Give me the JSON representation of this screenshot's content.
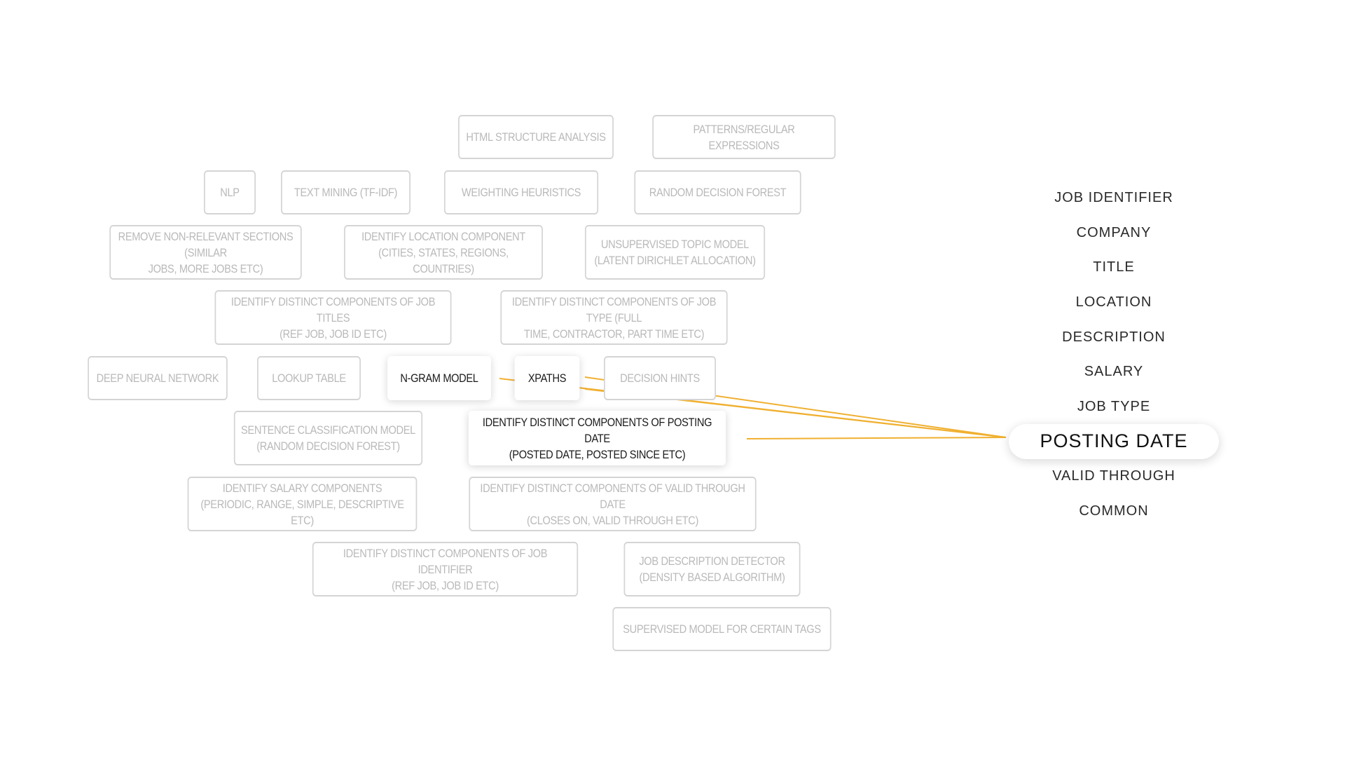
{
  "diagram": {
    "accent_color": "#f0b030",
    "inactive_border_color": "#d4d4d4",
    "inactive_text_color": "#b9b9b9",
    "active_text_color": "#1a1a1a",
    "techniques": [
      {
        "id": "html-structure-analysis",
        "label": "HTML STRUCTURE ANALYSIS",
        "active": false
      },
      {
        "id": "patterns-regular-expressions",
        "label": "PATTERNS/REGULAR EXPRESSIONS",
        "active": false
      },
      {
        "id": "nlp",
        "label": "NLP",
        "active": false
      },
      {
        "id": "text-mining",
        "label": "TEXT MINING (TF-IDF)",
        "active": false
      },
      {
        "id": "weighting-heuristics",
        "label": "WEIGHTING HEURISTICS",
        "active": false
      },
      {
        "id": "random-decision-forest",
        "label": "RANDOM DECISION FOREST",
        "active": false
      },
      {
        "id": "remove-non-relevant-sections",
        "label": "REMOVE NON-RELEVANT SECTIONS (SIMILAR\nJOBS, MORE JOBS ETC)",
        "active": false
      },
      {
        "id": "identify-location-component",
        "label": "IDENTIFY LOCATION COMPONENT\n(CITIES, STATES, REGIONS, COUNTRIES)",
        "active": false
      },
      {
        "id": "unsupervised-topic-model",
        "label": "UNSUPERVISED TOPIC MODEL\n(LATENT DIRICHLET ALLOCATION)",
        "active": false
      },
      {
        "id": "components-job-titles",
        "label": "IDENTIFY DISTINCT COMPONENTS OF JOB TITLES\n(REF JOB, JOB ID ETC)",
        "active": false
      },
      {
        "id": "components-job-type",
        "label": "IDENTIFY DISTINCT COMPONENTS OF JOB TYPE (FULL\nTIME, CONTRACTOR, PART TIME ETC)",
        "active": false
      },
      {
        "id": "deep-neural-network",
        "label": "DEEP NEURAL NETWORK",
        "active": false
      },
      {
        "id": "lookup-table",
        "label": "LOOKUP TABLE",
        "active": false
      },
      {
        "id": "n-gram-model",
        "label": "N-GRAM MODEL",
        "active": true
      },
      {
        "id": "xpaths",
        "label": "XPATHS",
        "active": true
      },
      {
        "id": "decision-hints",
        "label": "DECISION HINTS",
        "active": false
      },
      {
        "id": "sentence-classification-model",
        "label": "SENTENCE CLASSIFICATION MODEL\n(RANDOM DECISION FOREST)",
        "active": false
      },
      {
        "id": "components-posting-date",
        "label": "IDENTIFY DISTINCT COMPONENTS OF POSTING DATE\n(POSTED DATE, POSTED SINCE ETC)",
        "active": true
      },
      {
        "id": "salary-components",
        "label": "IDENTIFY SALARY COMPONENTS\n(PERIODIC, RANGE, SIMPLE, DESCRIPTIVE ETC)",
        "active": false
      },
      {
        "id": "components-valid-through",
        "label": "IDENTIFY DISTINCT COMPONENTS OF VALID THROUGH DATE\n(CLOSES ON, VALID THROUGH ETC)",
        "active": false
      },
      {
        "id": "components-job-identifier",
        "label": "IDENTIFY DISTINCT COMPONENTS OF JOB IDENTIFIER\n(REF JOB, JOB ID ETC)",
        "active": false
      },
      {
        "id": "job-description-detector",
        "label": "JOB DESCRIPTION DETECTOR\n(DENSITY BASED ALGORITHM)",
        "active": false
      },
      {
        "id": "supervised-model-certain-tags",
        "label": "SUPERVISED MODEL FOR CERTAIN TAGS",
        "active": false
      }
    ],
    "fields": [
      {
        "id": "job-identifier",
        "label": "JOB IDENTIFIER",
        "active": false
      },
      {
        "id": "company",
        "label": "COMPANY",
        "active": false
      },
      {
        "id": "title",
        "label": "TITLE",
        "active": false
      },
      {
        "id": "location",
        "label": "LOCATION",
        "active": false
      },
      {
        "id": "description",
        "label": "DESCRIPTION",
        "active": false
      },
      {
        "id": "salary",
        "label": "SALARY",
        "active": false
      },
      {
        "id": "job-type",
        "label": "JOB TYPE",
        "active": false
      },
      {
        "id": "posting-date",
        "label": "POSTING DATE",
        "active": true
      },
      {
        "id": "valid-through",
        "label": "VALID THROUGH",
        "active": false
      },
      {
        "id": "common",
        "label": "COMMON",
        "active": false
      }
    ]
  }
}
